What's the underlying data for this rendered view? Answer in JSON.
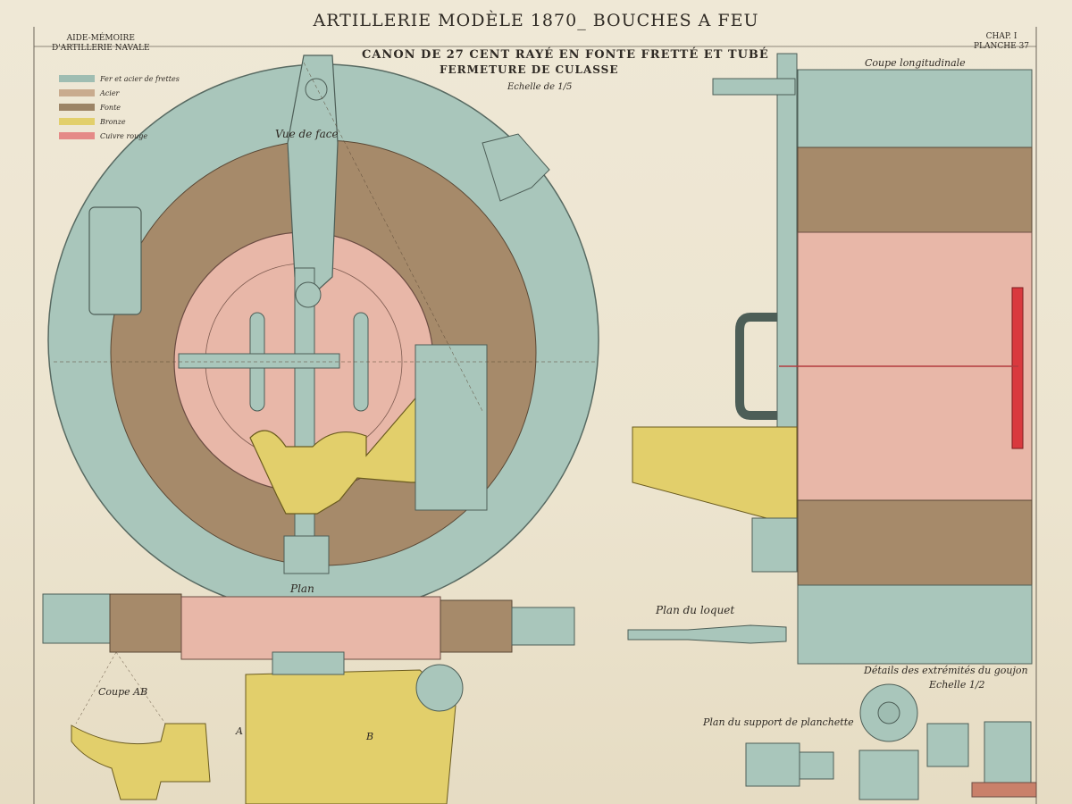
{
  "header": {
    "title": "ARTILLERIE MODÈLE 1870_ BOUCHES A FEU",
    "left_line1": "AIDE-MÉMOIRE",
    "left_line2": "D'ARTILLERIE NAVALE",
    "right_line1": "CHAP. I",
    "right_line2": "PLANCHE 37"
  },
  "subtitle": {
    "line1": "CANON DE 27 CENT RAYÉ EN FONTE FRETTÉ ET TUBÉ",
    "line2": "FERMETURE DE CULASSE",
    "scale": "Echelle de 1/5"
  },
  "legend": [
    {
      "label": "Fer et acier de frettes",
      "color": "#9fbdb2"
    },
    {
      "label": "Acier",
      "color": "#c9ab8e"
    },
    {
      "label": "Fonte",
      "color": "#9c8466"
    },
    {
      "label": "Bronze",
      "color": "#e2cf6b"
    },
    {
      "label": "Cuivre rouge",
      "color": "#e58a87"
    }
  ],
  "view_labels": {
    "face": "Vue de face",
    "section": "Coupe longitudinale",
    "plan": "Plan",
    "latch": "Plan du loquet",
    "coupe_ab": "Coupe AB",
    "gudgeon_details": "Détails des extrémités du goujon",
    "gudgeon_scale": "Echelle 1/2",
    "support": "Plan du support de planchette",
    "mark_a": "A",
    "mark_b": "B"
  },
  "colors": {
    "paper": "#efe8d6",
    "steel_frettes": "#9fbdb2",
    "acier": "#e8b7a8",
    "fonte": "#9c8466",
    "bronze": "#e2cf6b",
    "cuivre": "#d9393e",
    "ink": "#2f2a24"
  }
}
